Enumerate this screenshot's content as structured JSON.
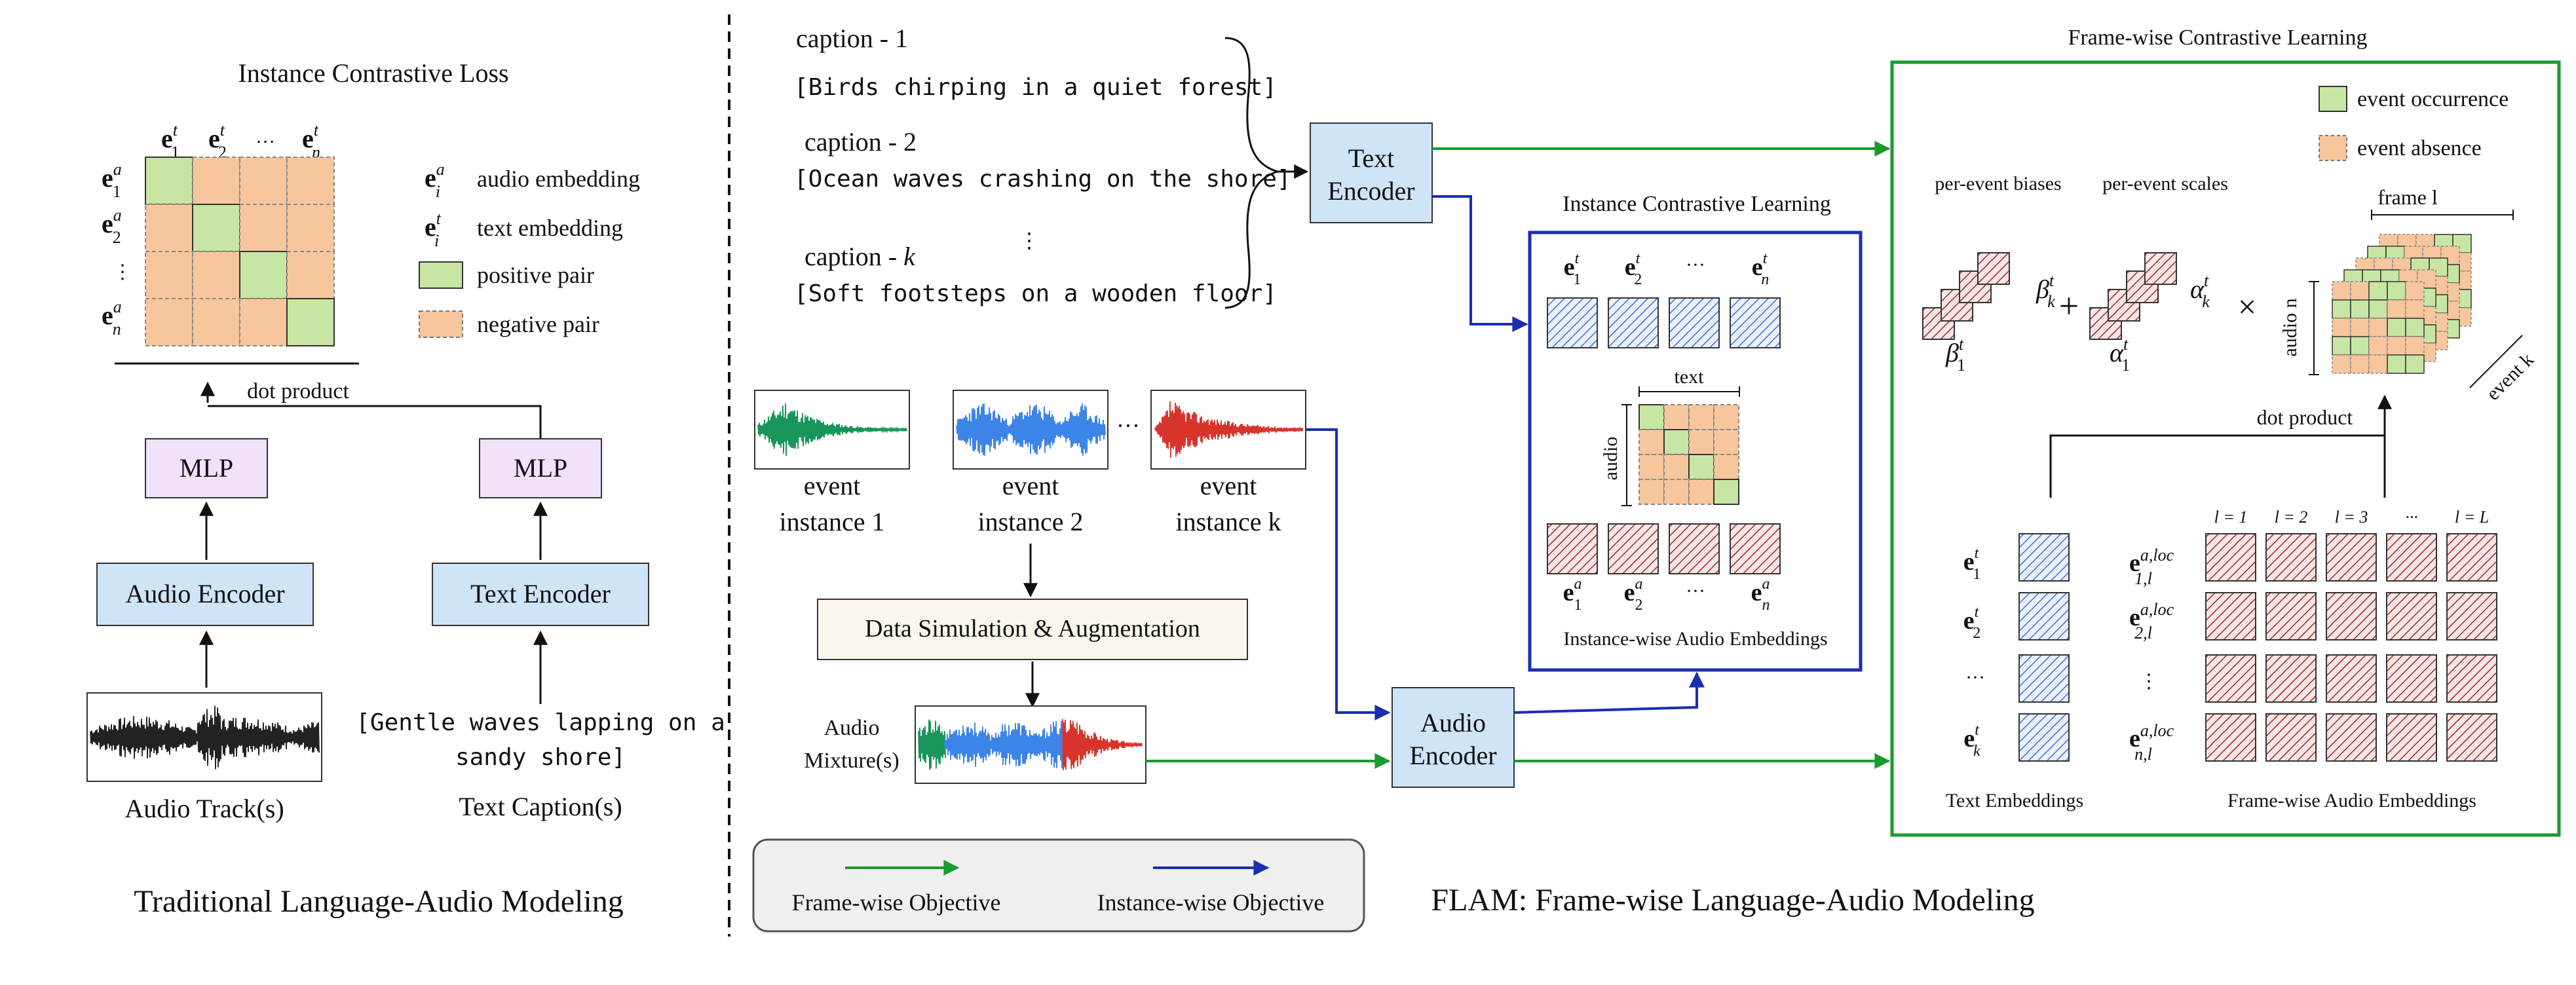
{
  "colors": {
    "blue_box": "#cfe4f7",
    "purple_box": "#efe2f9",
    "cream_box": "#faf6ec",
    "positive": "#c7e6a3",
    "negative": "#f7c69c",
    "green_arrow": "#1a9a2e",
    "blue_arrow": "#1a2eb0",
    "text_hatch": "#3d6fd8",
    "audio_hatch": "#a52424",
    "wave_green": "#17955a",
    "wave_blue": "#3d84e8",
    "wave_red": "#d8342c"
  },
  "left": {
    "matrix_title": "Instance Contrastive Loss",
    "col_labels": [
      "e",
      "e",
      "…",
      "e"
    ],
    "col_subs": [
      "1",
      "2",
      "",
      "n"
    ],
    "row_labels": [
      "e",
      "e",
      "⋮",
      "e"
    ],
    "row_subs": [
      "1",
      "2",
      "",
      "n"
    ],
    "sup_t": "t",
    "sup_a": "a",
    "legend": {
      "audio_sym": "e",
      "audio_sub": "i",
      "audio_label": "audio embedding",
      "text_sym": "e",
      "text_sub": "i",
      "text_label": "text embedding",
      "positive": "positive pair",
      "negative": "negative pair"
    },
    "dot_product": "dot product",
    "mlp": "MLP",
    "audio_encoder": "Audio Encoder",
    "text_encoder": "Text Encoder",
    "caption_line1": "[Gentle waves lapping on a",
    "caption_line2": "sandy shore]",
    "audio_track": "Audio Track(s)",
    "text_caption": "Text Caption(s)",
    "section_title": "Traditional Language-Audio Modeling"
  },
  "middle": {
    "captions": [
      {
        "head": "caption - 1",
        "k": "",
        "text": "[Birds chirping in a quiet forest]"
      },
      {
        "head": "caption - 2",
        "k": "",
        "text": "[Ocean waves crashing on the shore]"
      },
      {
        "head": "caption - ",
        "k": "k",
        "text": "[Soft footsteps on a wooden floor]"
      }
    ],
    "vdots": "⋮",
    "text_encoder_1": "Text",
    "text_encoder_2": "Encoder",
    "events": [
      {
        "l1": "event",
        "l2": "instance 1"
      },
      {
        "l1": "event",
        "l2": "instance 2"
      },
      {
        "l1": "event",
        "l2": "instance k"
      }
    ],
    "event_dots": "···",
    "data_sim": "Data Simulation & Augmentation",
    "mixture_1": "Audio",
    "mixture_2": "Mixture(s)",
    "audio_encoder_1": "Audio",
    "audio_encoder_2": "Encoder",
    "legend_frame": "Frame-wise Objective",
    "legend_instance": "Instance-wise Objective",
    "section_title": "FLAM: Frame-wise Language-Audio Modeling"
  },
  "instance": {
    "title": "Instance Contrastive Learning",
    "text_sym": "e",
    "text_subs": [
      "1",
      "2",
      "",
      "n"
    ],
    "dots": "···",
    "text_label": "text",
    "audio_label": "audio",
    "audio_sym": "e",
    "audio_subs": [
      "1",
      "2",
      "",
      "n"
    ],
    "caption": "Instance-wise Audio Embeddings"
  },
  "frame": {
    "title": "Frame-wise Contrastive Learning",
    "legend_occ": "event occurrence",
    "legend_abs": "event absence",
    "biases": "per-event biases",
    "scales": "per-event scales",
    "beta": "β",
    "alpha": "α",
    "sub_k": "k",
    "sub_1": "1",
    "plus": "+",
    "times": "×",
    "frame_l": "frame l",
    "audio_n": "audio n",
    "event_k": "event k",
    "dot_product": "dot product",
    "text_rows": [
      {
        "sym": "e",
        "sub": "1"
      },
      {
        "sym": "e",
        "sub": "2"
      },
      {
        "sym": "···",
        "sub": ""
      },
      {
        "sym": "e",
        "sub": "k"
      }
    ],
    "col_heads": [
      "l = 1",
      "l = 2",
      "l = 3",
      "···",
      "l = L"
    ],
    "audio_rows": [
      {
        "sub": "1,l"
      },
      {
        "sub": "2,l"
      },
      {
        "sub": "⋮"
      },
      {
        "sub": "n,l"
      }
    ],
    "audio_sup": "a,loc",
    "text_caption": "Text Embeddings",
    "audio_caption": "Frame-wise Audio Embeddings"
  }
}
